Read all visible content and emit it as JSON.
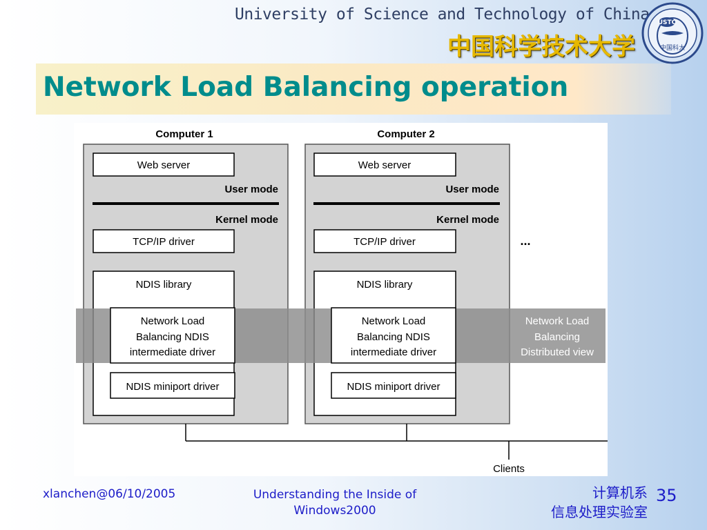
{
  "header": {
    "university_en": "University of Science and Technology of China",
    "university_cn": "中国科学技术大学",
    "logo_text": "USTC",
    "logo_cn": "中国科大"
  },
  "slide": {
    "title": "Network Load Balancing operation"
  },
  "diagram": {
    "computers": [
      {
        "label": "Computer 1",
        "web_server": "Web server",
        "user_mode": "User mode",
        "kernel_mode": "Kernel mode",
        "tcpip": "TCP/IP driver",
        "ndis_library": "NDIS library",
        "nlb_driver": [
          "Network Load",
          "Balancing NDIS",
          "intermediate driver"
        ],
        "miniport": "NDIS miniport driver"
      },
      {
        "label": "Computer 2",
        "web_server": "Web server",
        "user_mode": "User mode",
        "kernel_mode": "Kernel mode",
        "tcpip": "TCP/IP driver",
        "ndis_library": "NDIS library",
        "nlb_driver": [
          "Network Load",
          "Balancing NDIS",
          "intermediate driver"
        ],
        "miniport": "NDIS miniport driver"
      }
    ],
    "ellipsis": "...",
    "distributed_view": [
      "Network Load",
      "Balancing",
      "Distributed view"
    ],
    "clients": "Clients"
  },
  "footer": {
    "left": "xlanchen@06/10/2005",
    "mid_line1": "Understanding the Inside of",
    "mid_line2": "Windows2000",
    "right_line1": "计算机系",
    "right_line2": "信息处理实验室",
    "page": "35"
  },
  "colors": {
    "title": "#008c8c",
    "footer_text": "#1c1cc8",
    "university_cn": "#e6b800",
    "band": "#9b9b9b",
    "box_fill": "#d3d3d3"
  }
}
